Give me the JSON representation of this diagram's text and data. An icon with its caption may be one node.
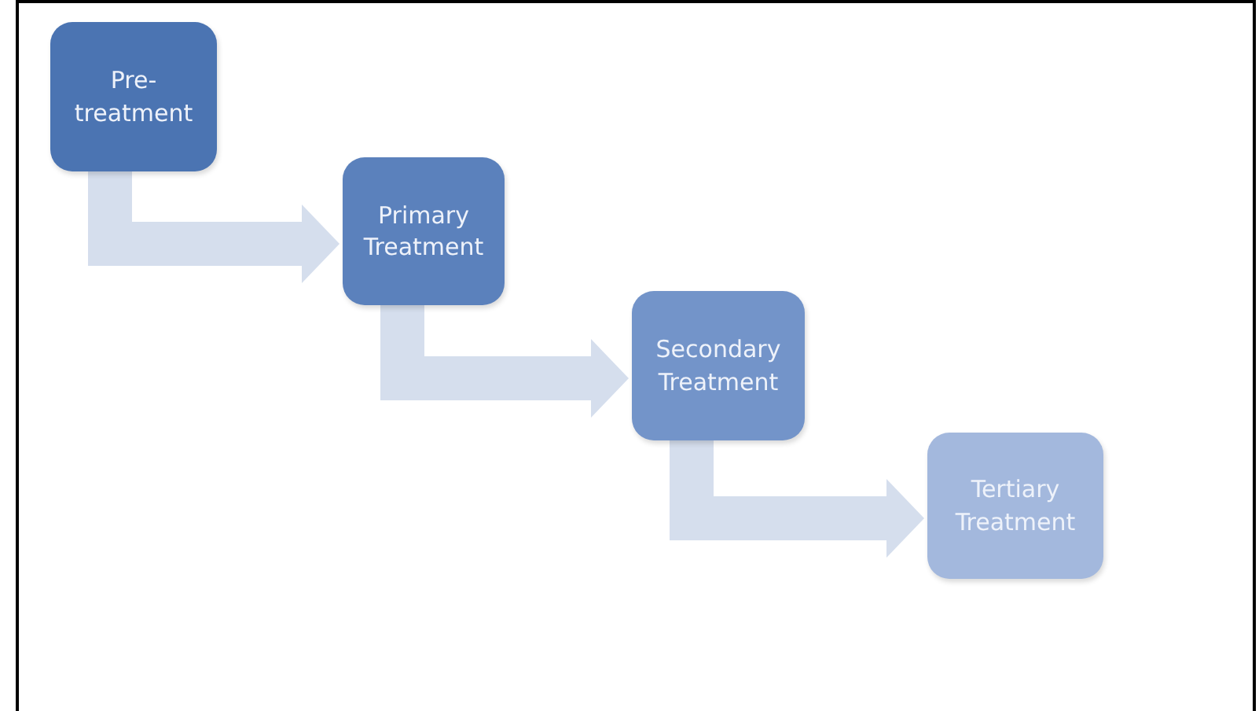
{
  "diagram": {
    "nodes": [
      {
        "text": [
          "Pre-treatment"
        ]
      },
      {
        "text": [
          "Primary Treatment"
        ]
      },
      {
        "text": [
          "Secondary Treatment"
        ]
      },
      {
        "text": [
          "Tertiary Treatment"
        ]
      }
    ],
    "edges": [
      {
        "from": 0,
        "to": 1,
        "arrow": "to"
      },
      {
        "from": 1,
        "to": 2,
        "arrow": "to"
      },
      {
        "from": 2,
        "to": 3,
        "arrow": "to"
      }
    ]
  }
}
